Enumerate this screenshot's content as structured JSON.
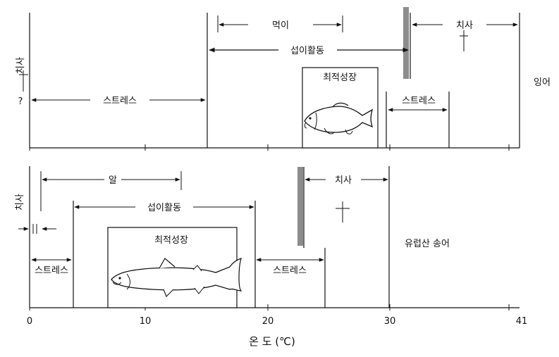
{
  "species": {
    "top": "잉어",
    "bottom": "유럽산 송어"
  },
  "axis": {
    "title": "온 도 (℃)",
    "ticks": [
      "0",
      "10",
      "20",
      "30",
      "41"
    ]
  },
  "top_panel": {
    "death_left": "치사",
    "question_mark": "?",
    "stress_left": "스트레스",
    "feeding_range": "먹이",
    "feeding_activity": "섭이활동",
    "optimal_growth": "최적성장",
    "stress_right": "스트레스",
    "death_right": "치사"
  },
  "bottom_panel": {
    "death_left": "치사",
    "eggs": "알",
    "feeding_activity": "섭이활동",
    "stress_left": "스트레스",
    "optimal_growth": "최적성장",
    "stress_right": "스트레스",
    "death_right": "치사"
  },
  "colors": {
    "line": "#111111",
    "bar": "#8c8c8c"
  },
  "icons": [
    "carp-icon",
    "trout-icon",
    "dagger-icon"
  ]
}
